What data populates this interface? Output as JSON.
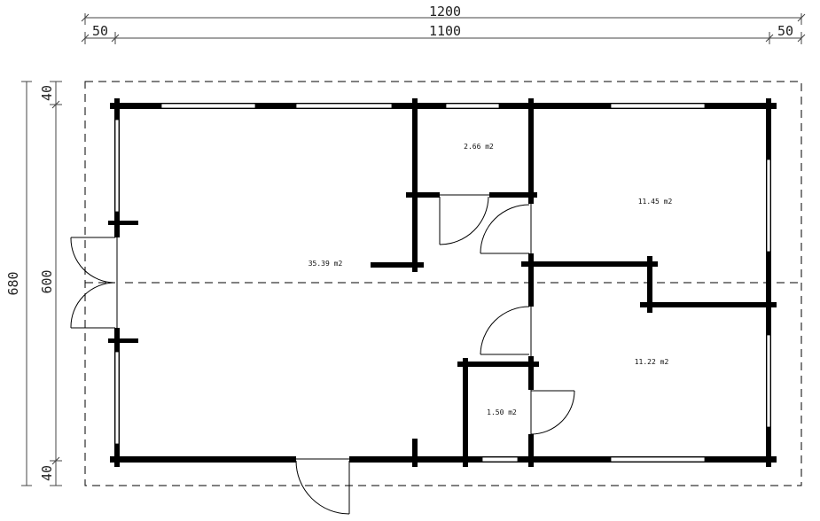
{
  "dimensions": {
    "total_width": "1200",
    "inner_width": "1100",
    "left_margin": "50",
    "right_margin": "50",
    "total_depth": "680",
    "inner_depth": "600",
    "top_margin": "40",
    "bottom_margin": "40"
  },
  "rooms": [
    {
      "area": "35.39 m2"
    },
    {
      "area": "2.66 m2"
    },
    {
      "area": "11.45 m2"
    },
    {
      "area": "11.22 m2"
    },
    {
      "area": "1.50 m2"
    }
  ]
}
